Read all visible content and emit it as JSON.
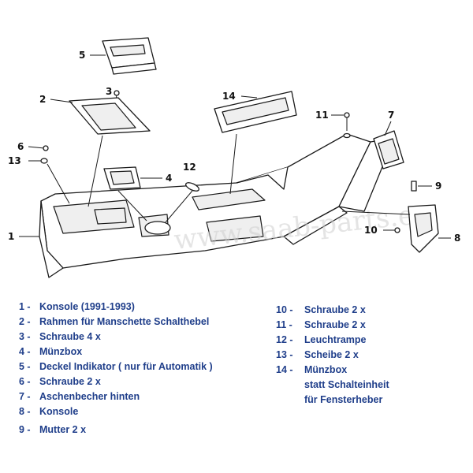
{
  "callouts": {
    "c1": "1",
    "c2": "2",
    "c3": "3",
    "c4": "4",
    "c5": "5",
    "c6": "6",
    "c7": "7",
    "c8": "8",
    "c9": "9",
    "c10": "10",
    "c11": "11",
    "c12": "12",
    "c13": "13",
    "c14": "14"
  },
  "watermark": "www.saab-parts.eu",
  "legend": {
    "left": [
      {
        "num": "1 -",
        "text": "Konsole (1991-1993)"
      },
      {
        "num": "2 -",
        "text": "Rahmen für  Manschette Schalthebel"
      },
      {
        "num": "3 -",
        "text": "Schraube  4 x"
      },
      {
        "num": "4 -",
        "text": "Münzbox"
      },
      {
        "num": "5 -",
        "text": "Deckel Indikator ( nur für Automatik )"
      },
      {
        "num": "6 -",
        "text": "Schraube 2 x"
      },
      {
        "num": "7 -",
        "text": "Aschenbecher hinten"
      },
      {
        "num": "8 -",
        "text": "Konsole"
      },
      {
        "num": "9 -",
        "text": "Mutter  2 x"
      }
    ],
    "right": [
      {
        "num": "10 -",
        "text": "Schraube  2 x"
      },
      {
        "num": "11 -",
        "text": "Schraube  2 x"
      },
      {
        "num": "12 -",
        "text": "Leuchtrampe"
      },
      {
        "num": "13 -",
        "text": "Scheibe    2 x"
      },
      {
        "num": "14 -",
        "text": "Münzbox"
      }
    ],
    "right_extra": [
      "statt Schalteinheit",
      "für Fensterheber"
    ]
  }
}
